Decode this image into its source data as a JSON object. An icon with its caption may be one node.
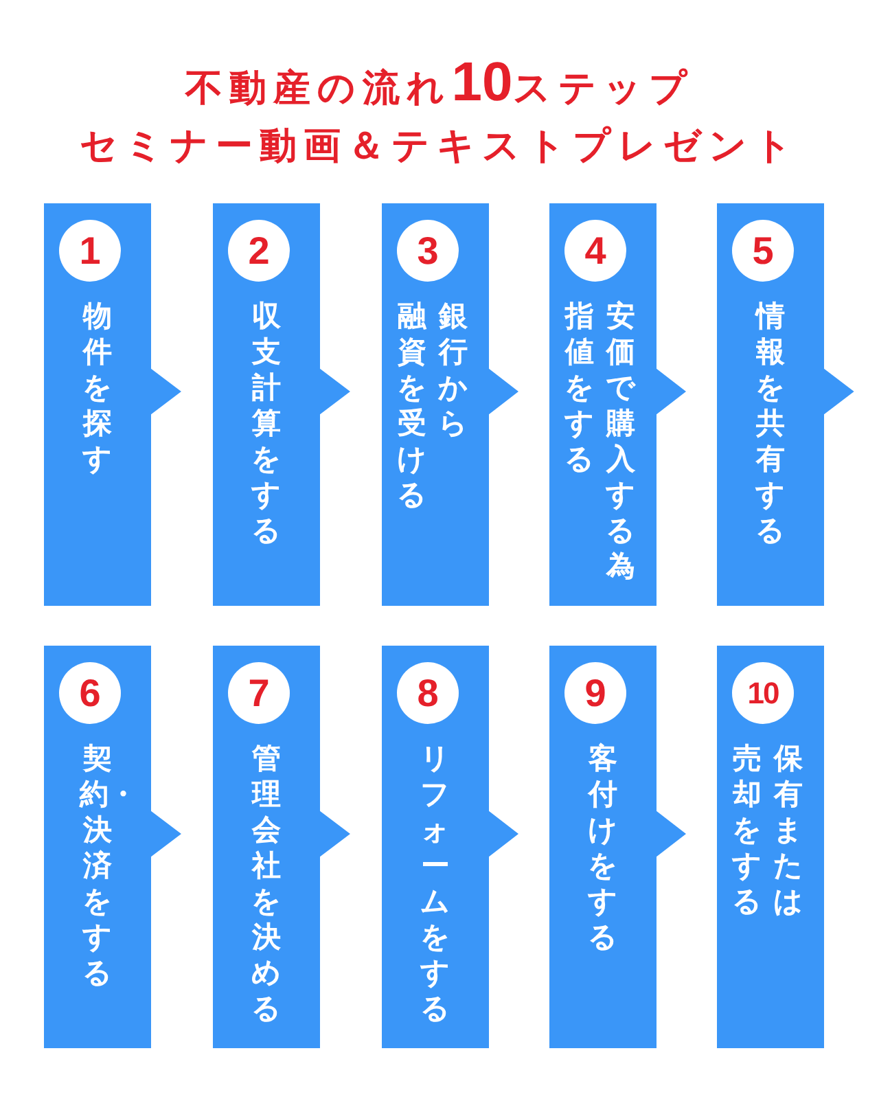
{
  "diagram": {
    "title": "不動産の流れ**10**ステップ",
    "nodes": [
      {
        "text": [
          "1",
          "物件を探す"
        ]
      },
      {
        "text": [
          "2",
          "収支計算をする"
        ]
      },
      {
        "text": [
          "3",
          "銀行から融資を受ける"
        ]
      },
      {
        "text": [
          "4",
          "安価で購入する為指値をする"
        ]
      },
      {
        "text": [
          "5",
          "情報を共有する"
        ]
      },
      {
        "text": [
          "6",
          "契約・決済をする"
        ]
      },
      {
        "text": [
          "7",
          "管理会社を決める"
        ]
      },
      {
        "text": [
          "8",
          "リフォームをする"
        ]
      },
      {
        "text": [
          "9",
          "客付けをする"
        ]
      },
      {
        "text": [
          "10",
          "保有または売却をする"
        ]
      }
    ],
    "edges": [
      {
        "from": 0,
        "to": 1,
        "arrow": "to"
      },
      {
        "from": 1,
        "to": 2,
        "arrow": "to"
      },
      {
        "from": 2,
        "to": 3,
        "arrow": "to"
      },
      {
        "from": 3,
        "to": 4,
        "arrow": "to"
      },
      {
        "from": 4,
        "to": null,
        "arrow": "to"
      },
      {
        "from": 5,
        "to": 6,
        "arrow": "to"
      },
      {
        "from": 6,
        "to": 7,
        "arrow": "to"
      },
      {
        "from": 7,
        "to": 8,
        "arrow": "to"
      },
      {
        "from": 8,
        "to": 9,
        "arrow": "to"
      }
    ],
    "labels": [
      "セミナー動画＆テキストプレゼント"
    ]
  }
}
